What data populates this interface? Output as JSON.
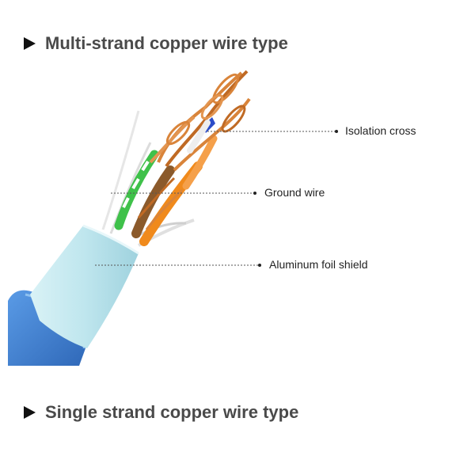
{
  "headings": {
    "multi": "Multi-strand copper wire type",
    "single": "Single strand copper wire type"
  },
  "callouts": {
    "isolation_cross": "Isolation cross",
    "ground_wire": "Ground wire",
    "foil_shield": "Aluminum foil shield"
  },
  "colors": {
    "jacket": "#3f7fd0",
    "foil": "#bfe6ee",
    "copper": "#d9843a",
    "wire_green": "#3fc14a",
    "wire_orange": "#f08a1c",
    "wire_brown": "#8b5a2b",
    "cross": "#2b4cc8"
  }
}
